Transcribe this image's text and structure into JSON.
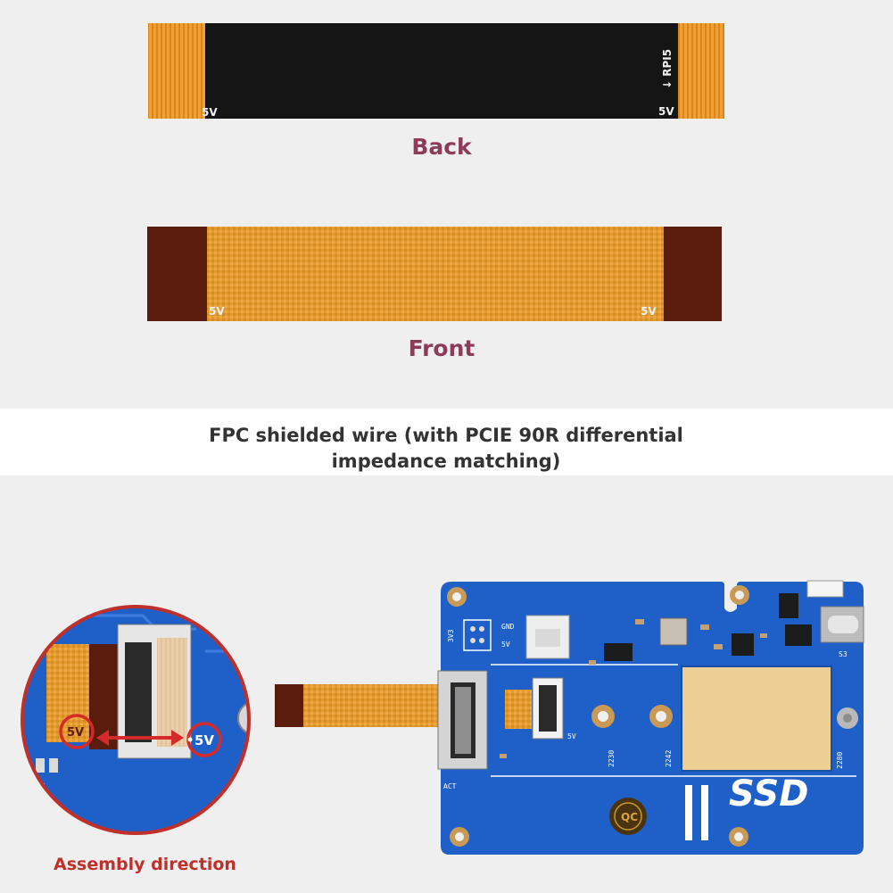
{
  "back_label": "Back",
  "front_label": "Front",
  "caption_line1": "FPC shielded wire (with PCIE 90R differential",
  "caption_line2": "impedance matching)",
  "assembly_label": "Assembly direction",
  "cable_back": {
    "marking_left": "5V",
    "marking_right": "5V",
    "marking_rpi": "↓ RPI5"
  },
  "cable_front": {
    "marking_left": "5V",
    "marking_right": "5V"
  },
  "board": {
    "ssd_text": "SSD",
    "silk_3v3": "3V3",
    "silk_gnd": "GND",
    "silk_5v": "5V",
    "silk_act": "ACT",
    "silk_5v_b": "5V",
    "silk_2230": "2230",
    "silk_2242": "2242",
    "silk_2280": "2280",
    "qc_text": "QC",
    "silk_s3": "S3"
  },
  "zoom": {
    "label_left": "5V",
    "label_right": "5V"
  },
  "colors": {
    "cable_orange": "#e39a2e",
    "cable_black": "#151515",
    "board_blue": "#1f5fc8",
    "highlight_red": "#d42a2a",
    "label_pink": "#8c3b59"
  }
}
